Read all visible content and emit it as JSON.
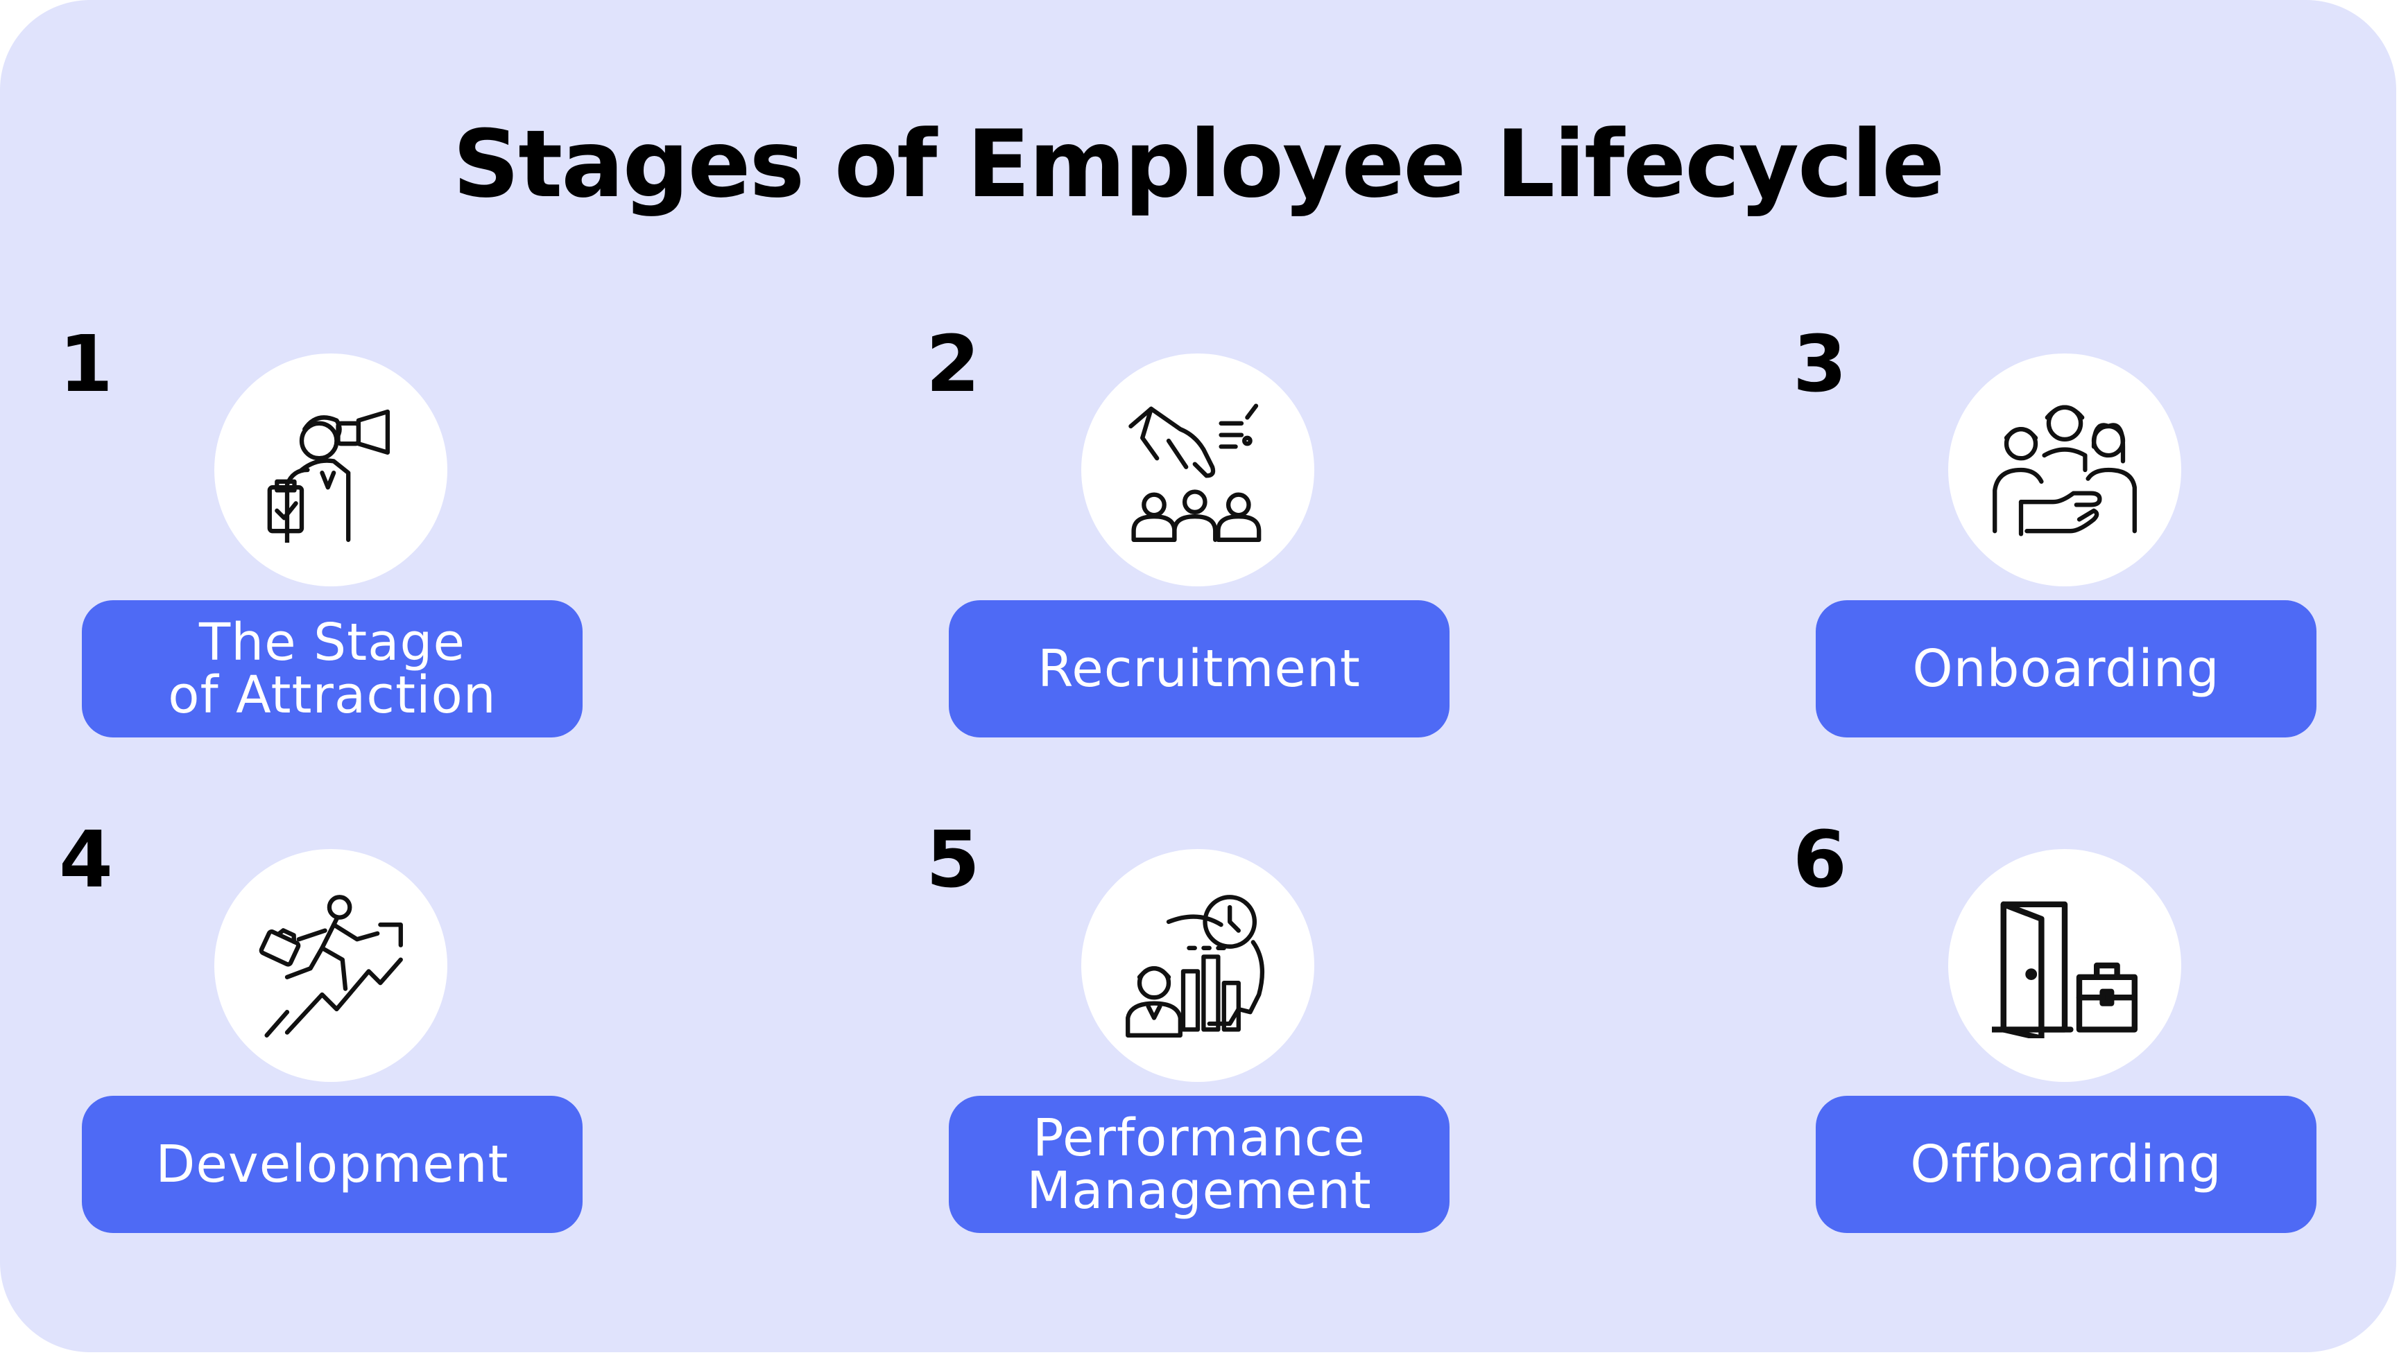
{
  "title": "Stages of Employee Lifecycle",
  "stages": [
    {
      "number": "1",
      "label": "The Stage\nof Attraction",
      "icon": "binoculars-person-icon"
    },
    {
      "number": "2",
      "label": "Recruitment",
      "icon": "hand-picking-candidate-icon"
    },
    {
      "number": "3",
      "label": "Onboarding",
      "icon": "team-handshake-icon"
    },
    {
      "number": "4",
      "label": "Development",
      "icon": "climbing-growth-icon"
    },
    {
      "number": "5",
      "label": "Performance\nManagement",
      "icon": "performance-gear-icon"
    },
    {
      "number": "6",
      "label": "Offboarding",
      "icon": "exit-door-briefcase-icon"
    }
  ],
  "colors": {
    "background": "#e0e3fc",
    "pill": "#4e6af5",
    "circle": "#ffffff",
    "text": "#000000"
  }
}
